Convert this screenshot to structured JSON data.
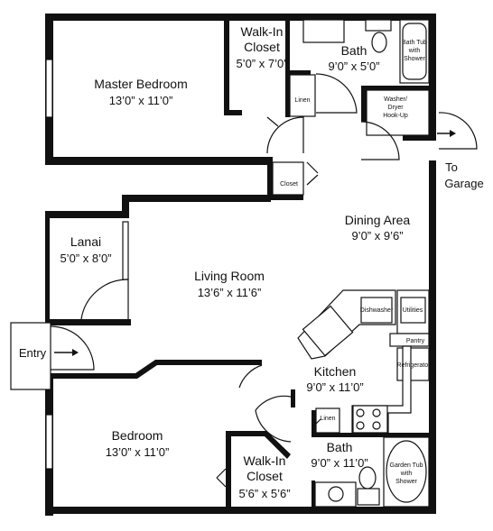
{
  "rooms": {
    "master_bedroom": {
      "name": "Master Bedroom",
      "size": "13’0” x 11’0”"
    },
    "walkin_closet_1": {
      "name_line1": "Walk-In",
      "name_line2": "Closet",
      "size": "5’0” x 7’0”"
    },
    "bath_1": {
      "name": "Bath",
      "size": "9’0” x 5’0”"
    },
    "dining_area": {
      "name": "Dining Area",
      "size": "9’0” x 9’6”"
    },
    "lanai": {
      "name": "Lanai",
      "size": "5’0” x 8’0”"
    },
    "living_room": {
      "name": "Living Room",
      "size": "13’6” x 11’6”"
    },
    "kitchen": {
      "name": "Kitchen",
      "size": "9’0” x 11’0”"
    },
    "bedroom": {
      "name": "Bedroom",
      "size": "13’0” x 11’0”"
    },
    "walkin_closet_2": {
      "name_line1": "Walk-In",
      "name_line2": "Closet",
      "size": "5’6” x 5’6”"
    },
    "bath_2": {
      "name": "Bath",
      "size": "9’0” x 11’0”"
    }
  },
  "fixtures": {
    "linen_1": "Linen",
    "linen_2": "Linen",
    "closet": "Closet",
    "bath_tub": [
      "Bath Tub",
      "with",
      "Shower"
    ],
    "washer_dryer": [
      "Washer/",
      "Dryer",
      "Hook-Up"
    ],
    "dishwasher": "Dishwasher",
    "utilities": "Utilities",
    "pantry": "Pantry",
    "refrigerator": "Refrigerator",
    "garden_tub": [
      "Garden Tub",
      "with",
      "Shower"
    ]
  },
  "exits": {
    "entry": "Entry",
    "to_garage_line1": "To",
    "to_garage_line2": "Garage"
  }
}
